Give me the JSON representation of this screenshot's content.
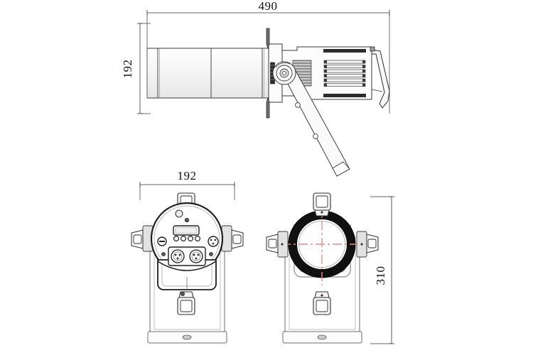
{
  "document": {
    "type": "technical-dimensional-drawing",
    "subject": "stage-light-fixture-profile-spot",
    "background_color": "#ffffff",
    "line_color": "#1a1a1a",
    "centerline_color": "#e58c8c",
    "shading_color": "#b8b8b8",
    "dark_fill_color": "#2a2a2a",
    "units_note": ""
  },
  "dimensions": {
    "overall_length": "490",
    "overall_width_top": "192",
    "overall_width_front": "192",
    "overall_height": "310"
  },
  "views": {
    "side": {
      "name": "side-view",
      "width_dimension_label": "490",
      "height_dimension_label": "192"
    },
    "rear": {
      "name": "rear-view",
      "width_dimension_label": "192",
      "display_panel": "lcd-display",
      "button_count": 4,
      "connectors": [
        "xlr-input",
        "xlr-output"
      ]
    },
    "front": {
      "name": "front-view",
      "height_dimension_label": "310",
      "lens_ring": "black-lens-ring",
      "centerline": "crosshair-centerline",
      "bracket_count": 4
    }
  }
}
